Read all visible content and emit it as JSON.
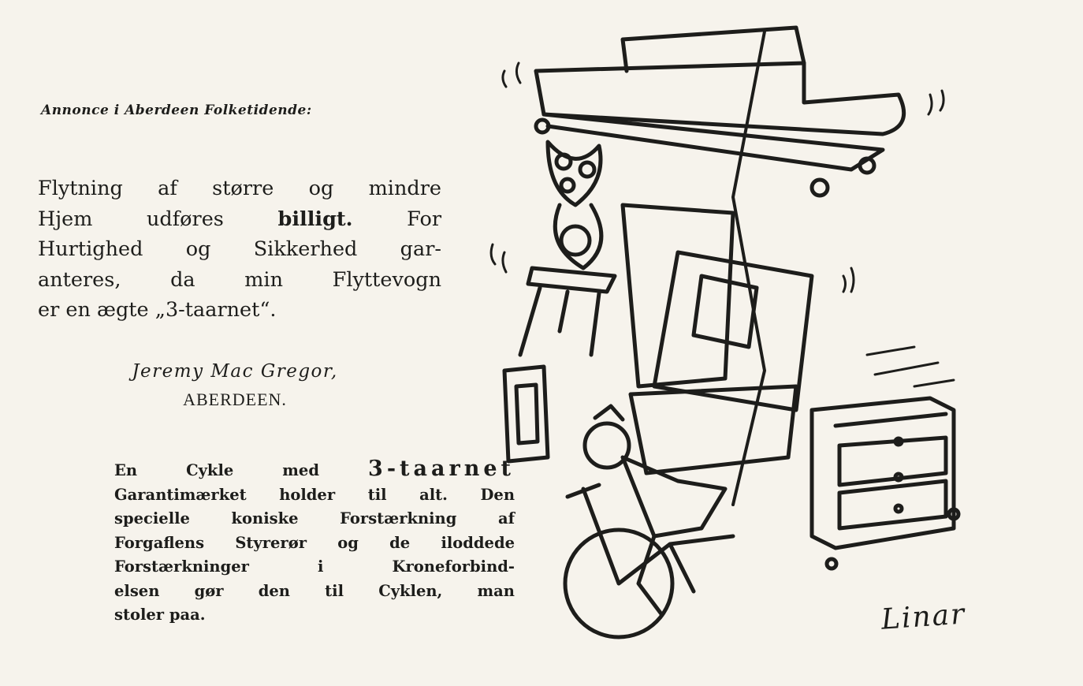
{
  "heading": "Annonce i Aberdeen Folketidende:",
  "advert": {
    "lines": [
      "Flytning af større og mindre",
      "Hjem udføres",
      "billigt.",
      "For",
      "Hurtighed og Sikkerhed gar-",
      "anteres, da min Flyttevogn",
      "er en ægte „3-taarnet“."
    ]
  },
  "signature": {
    "name": "Jeremy Mac Gregor,",
    "city": "ABERDEEN."
  },
  "bicycle_text": {
    "intro": "En Cykle med",
    "brand": "3-taarnet",
    "lines": [
      "Garantimærket holder til alt. Den",
      "specielle koniske Forstærkning af",
      "Forgaflens Styrerør og de iloddede",
      "Forstærkninger i Kroneforbind-",
      "elsen gør den til Cyklen, man",
      "stoler paa."
    ]
  },
  "artist_signature": "Linar",
  "colors": {
    "paper": "#f6f3ec",
    "ink": "#1d1d1b"
  }
}
